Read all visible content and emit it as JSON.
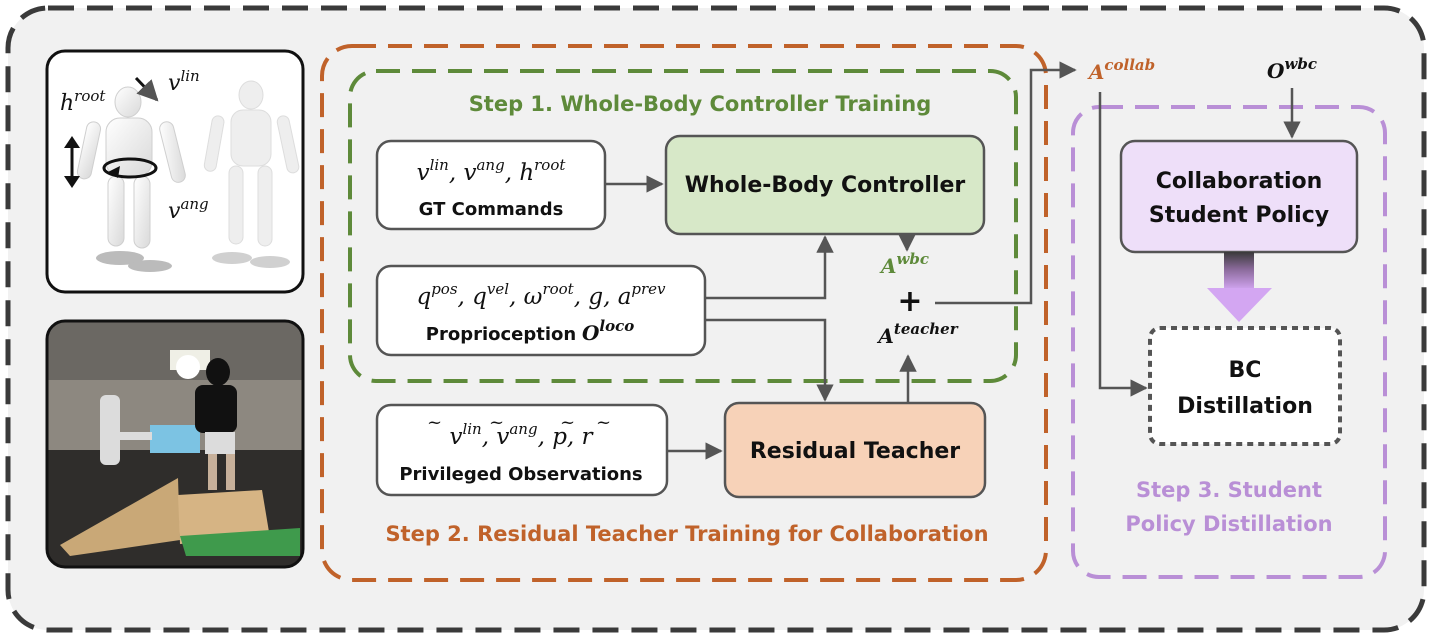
{
  "colors": {
    "outer_border": "#3a3a3a",
    "background": "#f1f1f1",
    "step1": "#5e8a3a",
    "step2": "#c0622a",
    "step3": "#b98fd6",
    "controller_fill": "#d7e8c8",
    "teacher_fill": "#f7d2b8",
    "student_fill": "#eedff9",
    "arrow": "#555555"
  },
  "step1": {
    "title": "Step 1. Whole-Body Controller Training"
  },
  "step2": {
    "title": "Step 2. Residual Teacher Training for Collaboration"
  },
  "step3": {
    "title_line1": "Step 3. Student",
    "title_line2": "Policy Distillation"
  },
  "boxes": {
    "gt_commands": {
      "label": "GT Commands"
    },
    "proprioception": {
      "label": "Proprioception"
    },
    "privileged": {
      "label": "Privileged Observations"
    },
    "whole_body_controller": {
      "label": "Whole-Body Controller"
    },
    "residual_teacher": {
      "label": "Residual Teacher"
    },
    "student_policy": {
      "label_line1": "Collaboration",
      "label_line2": "Student Policy"
    },
    "bc_distillation": {
      "label_line1": "BC",
      "label_line2": "Distillation"
    }
  },
  "math": {
    "v": "v",
    "lin": "lin",
    "ang": "ang",
    "h": "h",
    "root": "root",
    "q": "q",
    "pos": "pos",
    "vel": "vel",
    "omega": "ω",
    "g": "g",
    "a": "a",
    "prev": "prev",
    "O": "O",
    "loco": "loco",
    "wbc": "wbc",
    "A": "A",
    "teacher": "teacher",
    "collab": "collab",
    "p": "p",
    "r": "r",
    "tilde": "~",
    "comma": ",",
    "plus": "+"
  }
}
